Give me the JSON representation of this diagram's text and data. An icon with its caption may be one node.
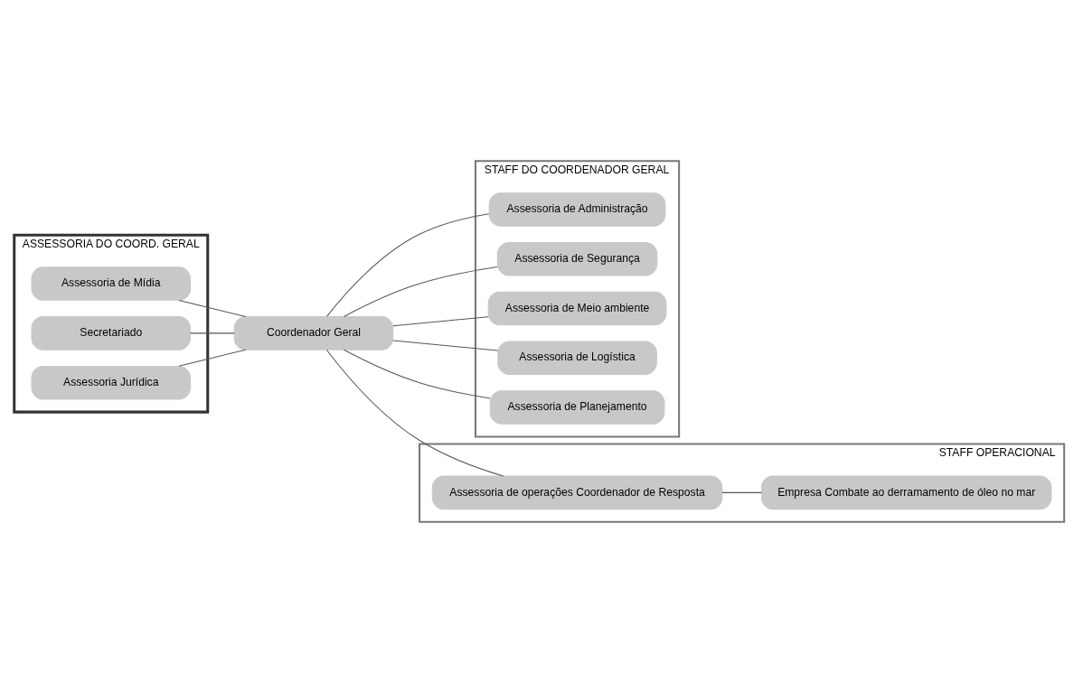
{
  "diagram": {
    "nodes": [
      {
        "text": [
          "ASSESSORIA DO COORD. GERAL"
        ]
      },
      {
        "text": [
          "Assessoria de Mídia"
        ],
        "in": 0
      },
      {
        "text": [
          "Secretariado"
        ],
        "in": 0
      },
      {
        "text": [
          "Assessoria Jurídica"
        ],
        "in": 0
      },
      {
        "text": [
          "STAFF DO COORDENADOR GERAL"
        ]
      },
      {
        "text": [
          "Coordenador Geral"
        ]
      },
      {
        "text": [
          "Assessoria de Administração"
        ],
        "in": 4
      },
      {
        "text": [
          "Assessoria de Segurança"
        ],
        "in": 4
      },
      {
        "text": [
          "Assessoria de Meio ambiente"
        ],
        "in": 4
      },
      {
        "text": [
          "Assessoria de Logística"
        ],
        "in": 4
      },
      {
        "text": [
          "Assessoria de Planejamento"
        ],
        "in": 4
      },
      {
        "text": [
          "STAFF OPERACIONAL"
        ]
      },
      {
        "text": [
          "Assessoria de operações Coordenador de Resposta"
        ],
        "in": 11
      },
      {
        "text": [
          "Empresa Combate ao derramamento de óleo no mar"
        ],
        "in": 11
      }
    ],
    "edges": [
      {
        "from": 1,
        "to": 5,
        "arrow": "none"
      },
      {
        "from": 2,
        "to": 5,
        "arrow": "none"
      },
      {
        "from": 3,
        "to": 5,
        "arrow": "none"
      },
      {
        "from": 5,
        "to": 6,
        "arrow": "none"
      },
      {
        "from": 5,
        "to": 7,
        "arrow": "none"
      },
      {
        "from": 5,
        "to": 8,
        "arrow": "none"
      },
      {
        "from": 5,
        "to": 9,
        "arrow": "none"
      },
      {
        "from": 5,
        "to": 10,
        "arrow": "none"
      },
      {
        "from": 5,
        "to": 12,
        "arrow": "none"
      },
      {
        "from": 12,
        "to": 13,
        "arrow": "none"
      }
    ]
  }
}
